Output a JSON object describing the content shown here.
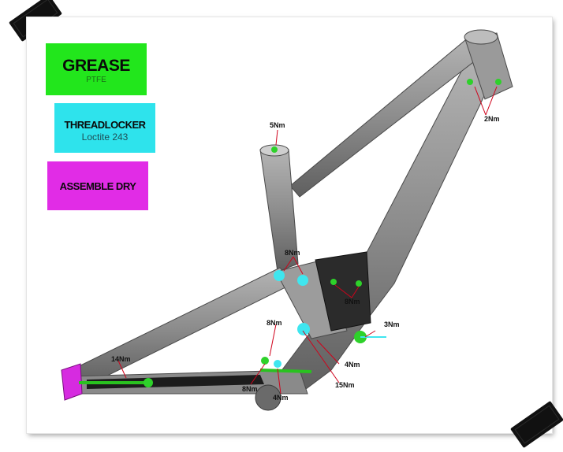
{
  "legend": {
    "grease": {
      "title": "GREASE",
      "sub": "PTFE",
      "color": "#22e61c"
    },
    "threadlocker": {
      "title": "THREADLOCKER",
      "sub": "Loctite 243",
      "color": "#2ee3ec"
    },
    "assemble_dry": {
      "title": "ASSEMBLE DRY",
      "color": "#e12ce6"
    }
  },
  "torque_labels": {
    "seatclamp": "5Nm",
    "headtube": "2Nm",
    "link_upper": "8Nm",
    "shock_mount": "8Nm",
    "shock_bolt": "3Nm",
    "main_pivot_left": "8Nm",
    "main_pivot_right": "4Nm",
    "axle": "14Nm",
    "bb_pivot": "15Nm",
    "lower_left": "8Nm",
    "lower_mid": "4Nm"
  },
  "colors": {
    "frame": "#8f8f8f",
    "frame_dark": "#5a5a5a",
    "leader": "#d0021b"
  }
}
